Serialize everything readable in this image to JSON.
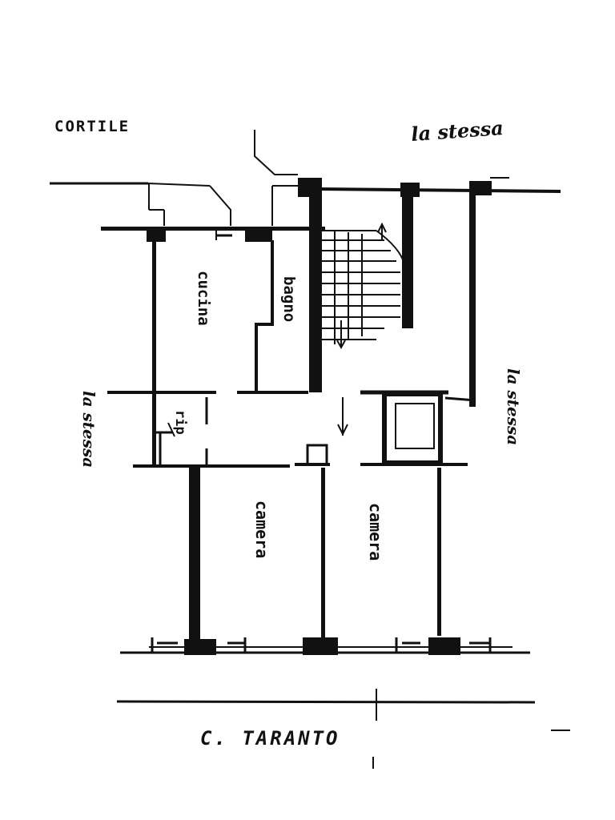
{
  "labels": {
    "cortile": "CORTILE",
    "la_stessa_top": "la stessa",
    "la_stessa_right": "la stessa",
    "la_stessa_left": "la stessa",
    "cucina": "cucina",
    "bagno": "bagno",
    "rip": "rip",
    "camera_left": "camera",
    "camera_right": "camera",
    "street": "C. TARANTO"
  }
}
